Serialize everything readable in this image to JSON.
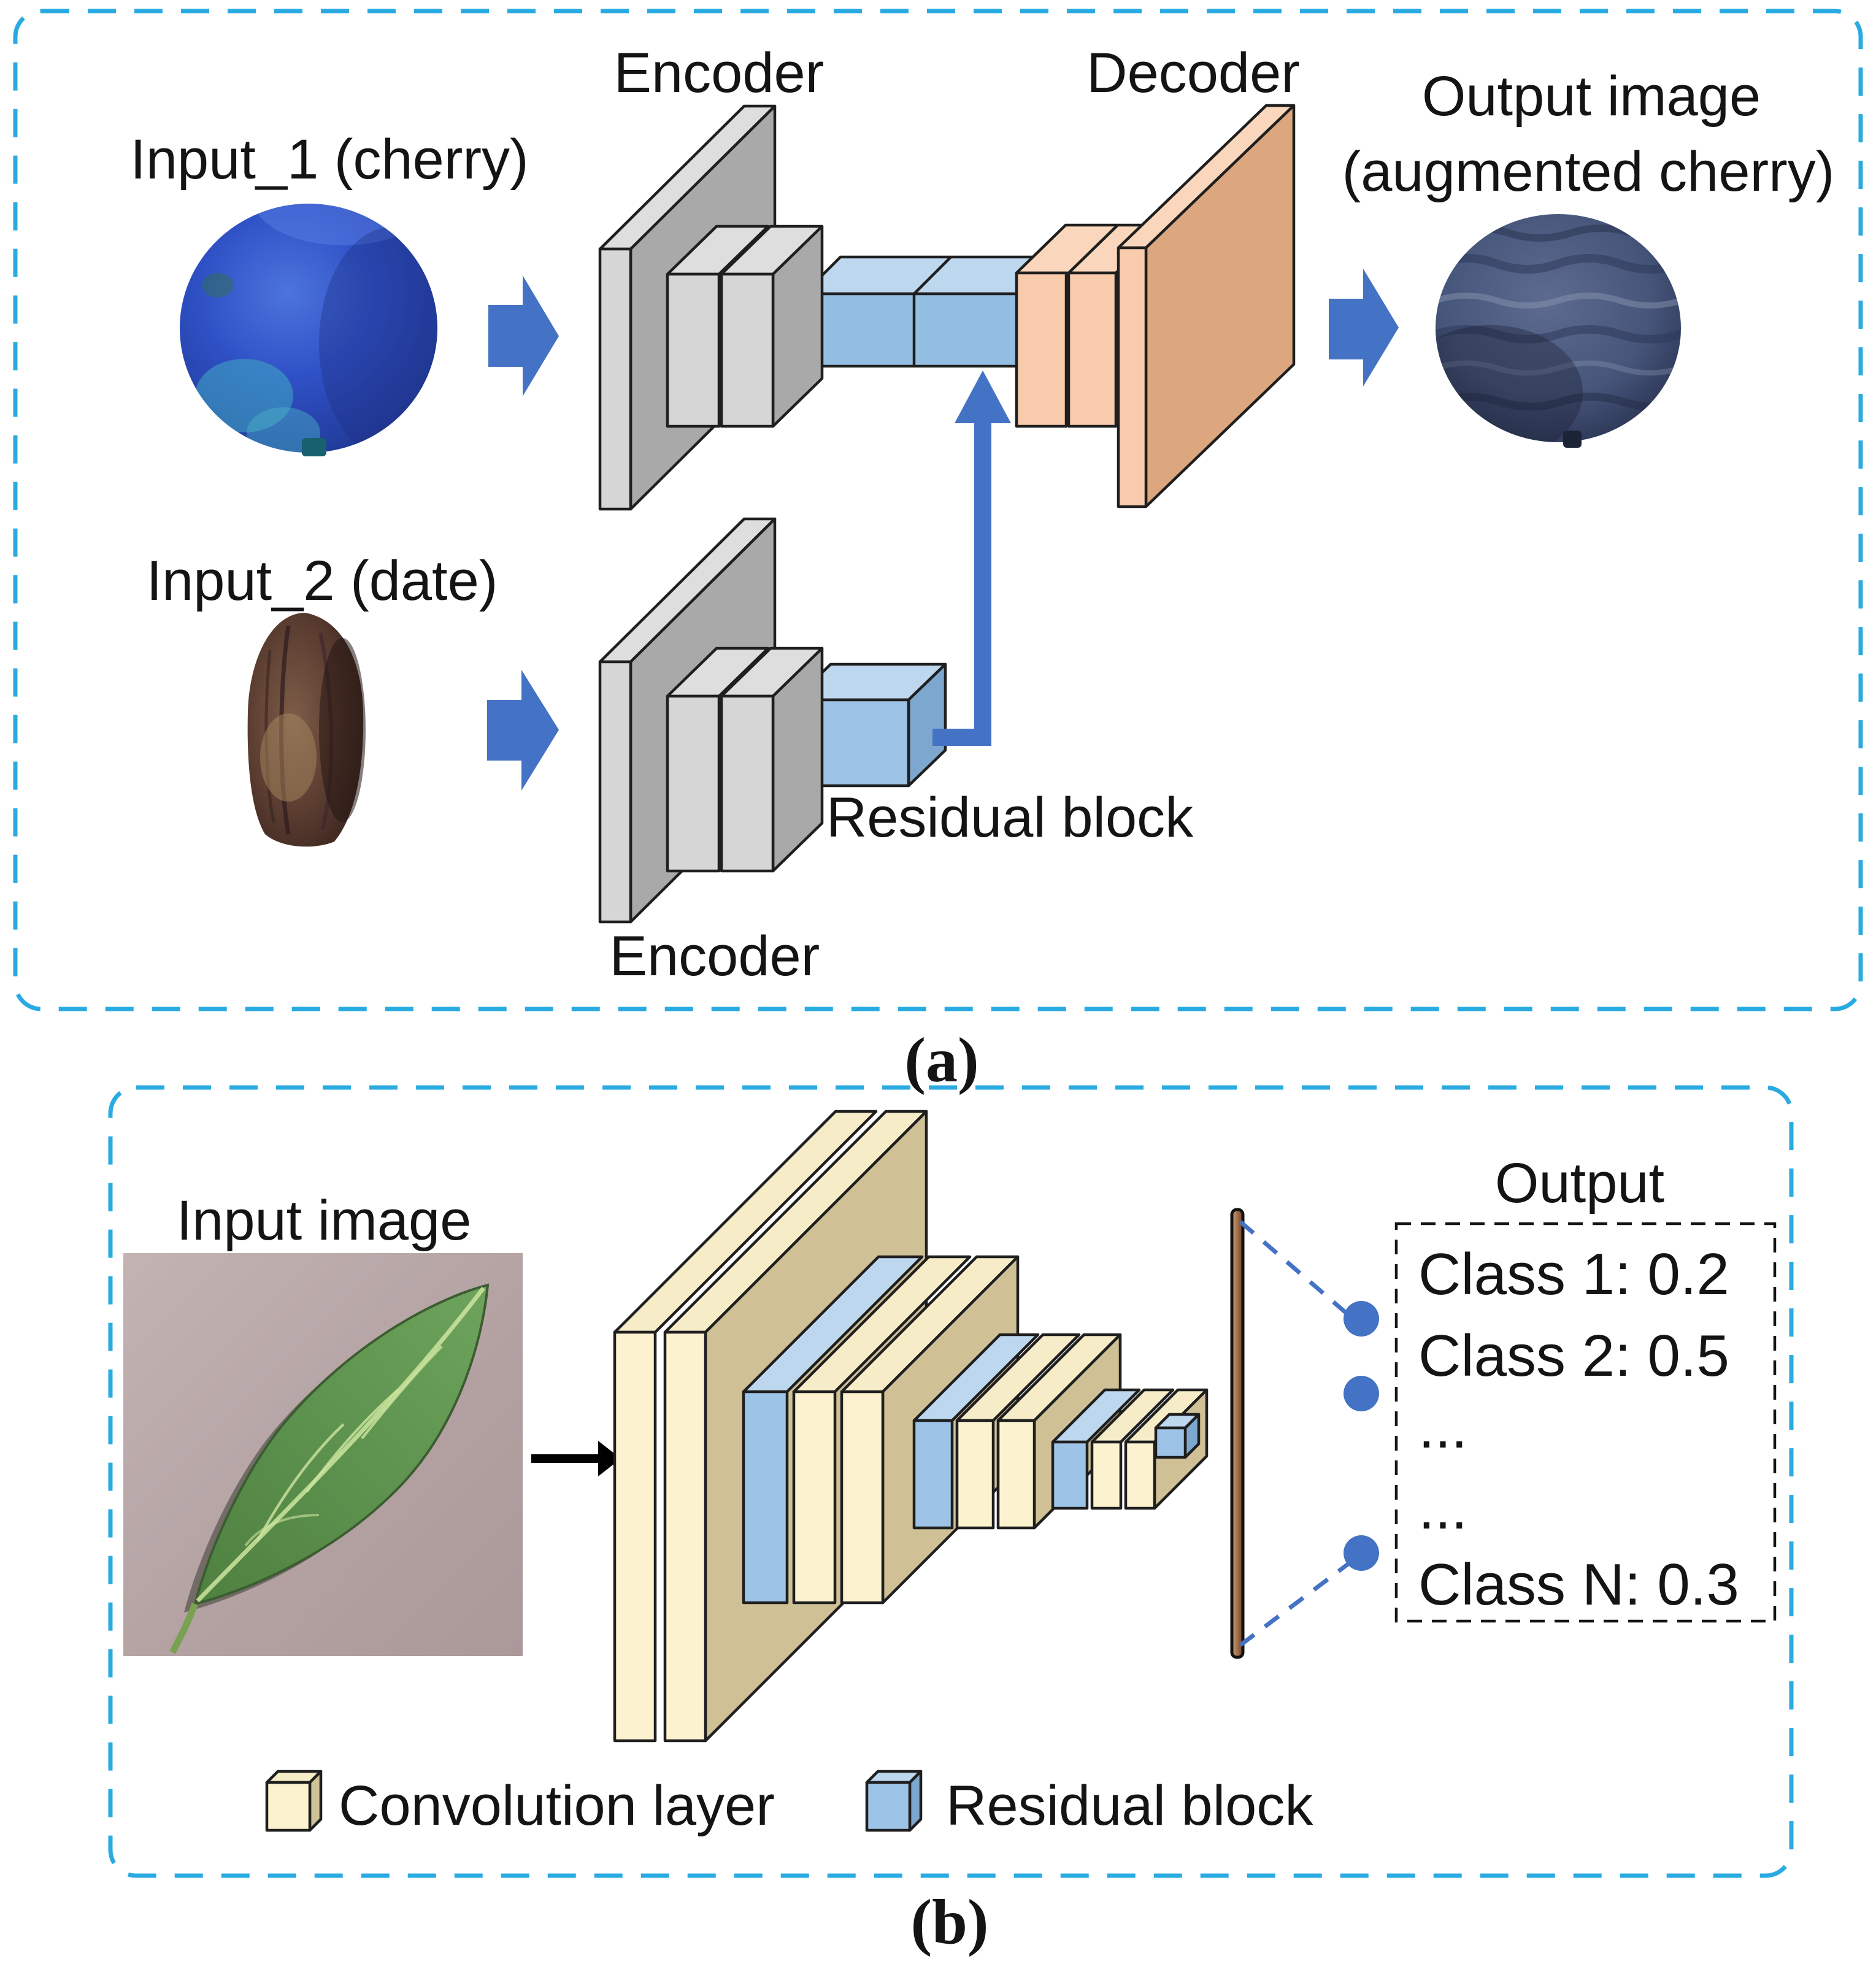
{
  "figure": {
    "panel_a": {
      "caption": "(a)",
      "input1_label": "Input_1 (cherry)",
      "input2_label": "Input_2 (date)",
      "encoder_top_label": "Encoder",
      "encoder_bottom_label": "Encoder",
      "decoder_label": "Decoder",
      "residual_label": "Residual block",
      "output_label_line1": "Output image",
      "output_label_line2": "(augmented cherry)"
    },
    "panel_b": {
      "caption": "(b)",
      "input_label": "Input image",
      "output_label": "Output",
      "class_lines": [
        "Class 1: 0.2",
        "Class 2: 0.5",
        "...",
        "...",
        "Class N: 0.3"
      ],
      "legend": {
        "conv_label": "Convolution layer",
        "residual_label": "Residual block"
      }
    },
    "colors": {
      "panel_border_cyan": "#29abe2",
      "arrow_blue": "#4472c4",
      "encoder_gray_front": "#d6d6d6",
      "encoder_gray_side": "#a9a9a9",
      "decoder_peach_front": "#f8cbad",
      "decoder_peach_side": "#dca67e",
      "residual_blue_front": "#9dc3e6",
      "residual_blue_top": "#bdd7ee",
      "conv_cream_front": "#fdf2cf",
      "conv_cream_side": "#cfc096",
      "fc_bar_brown": "#a4714f",
      "node_dot_blue": "#4472c4"
    }
  }
}
